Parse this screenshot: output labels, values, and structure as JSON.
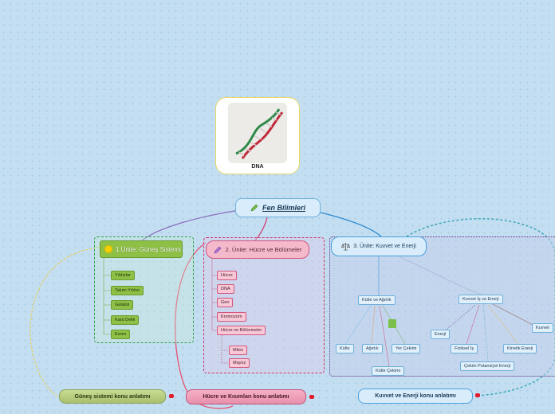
{
  "image_card": {
    "caption": "DNA",
    "icon": "dna-icon"
  },
  "root": {
    "label": "Fen Bilimleri",
    "icon": "pencil-icon"
  },
  "units": {
    "u1": {
      "label": "1.Ünite: Güneş Sistemi",
      "icon": "sun-icon",
      "items": [
        "Yıldızlar",
        "Takım Yıldızı",
        "Galaksi",
        "Kara Delik",
        "Evren"
      ]
    },
    "u2": {
      "label": "2. Ünite: Hücre ve Bölümeler",
      "icon": "pencil-icon",
      "items": [
        "Hücre",
        "DNA",
        "Gen",
        "Kromozom",
        "Hücre ve Bölünmeler"
      ],
      "sub": [
        "Mitoz",
        "Mayoz"
      ]
    },
    "u3": {
      "label": "3. Ünite: Kuvvet ve Enerji",
      "icon": "scale-icon",
      "kutle_agirlik": "Kütle ve Ağırlık",
      "kutle": "Kütle",
      "agirlik": "Ağırlık",
      "yer_cekimi": "Yer Çekimi",
      "kutle_cekimi": "Kütle Çekimi",
      "kuvvet_is_enerji": "Kuvvet İş ve Enerji",
      "enerji": "Enerji",
      "fiziksel_is": "Fiziksel İş",
      "cekim_potansiyel": "Çekim Potansiyel Enerji",
      "kinetik": "Kinetik Enerji",
      "kuvvet": "Kuvvet"
    }
  },
  "floating": {
    "f1": "Güneş sistemi konu anlatımı",
    "f2": "Hücre ve Kısımları konu anlatımı",
    "f3": "Kuvvet ve Enerji konu anlatımı"
  },
  "colors": {
    "background": "#c4def1",
    "green": "#8fc046",
    "pink": "#f5b9cc",
    "blue": "#d8ecfb",
    "accent_red": "#e01b2b"
  }
}
